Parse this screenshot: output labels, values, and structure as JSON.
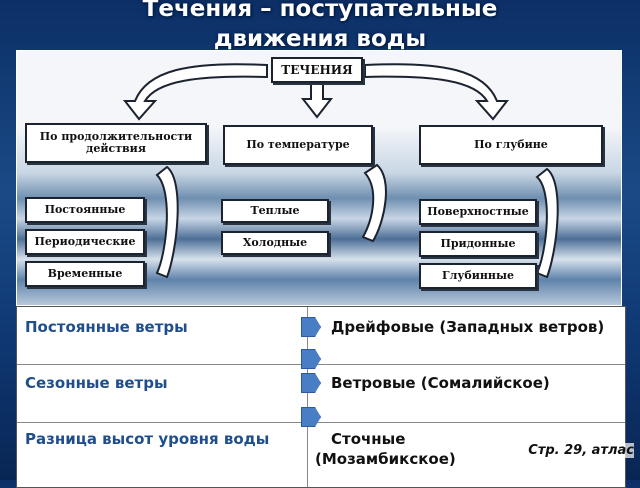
{
  "title_line1": "Течения – поступательные",
  "title_line2": "движения воды",
  "diagram": {
    "root": "ТЕЧЕНИЯ",
    "categories": [
      "По продолжительности действия",
      "По температуре",
      "По глубине"
    ],
    "duration_types": [
      "Постоянные",
      "Периодические",
      "Временные"
    ],
    "temperature_types": [
      "Теплые",
      "Холодные"
    ],
    "depth_types": [
      "Поверхностные",
      "Придонные",
      "Глубинные"
    ]
  },
  "table": {
    "rows": [
      {
        "cause": "Постоянные ветры",
        "type": "Дрейфовые (Западных ветров)"
      },
      {
        "cause": "Сезонные ветры",
        "type": "Ветровые (Сомалийское)"
      },
      {
        "cause": "Разница высот уровня воды",
        "type": "Сточные (Мозамбикское)"
      }
    ]
  },
  "reference": "Стр. 29, атлас",
  "colors": {
    "accent": "#4a7ec4",
    "left_text": "#1f4e8c"
  }
}
